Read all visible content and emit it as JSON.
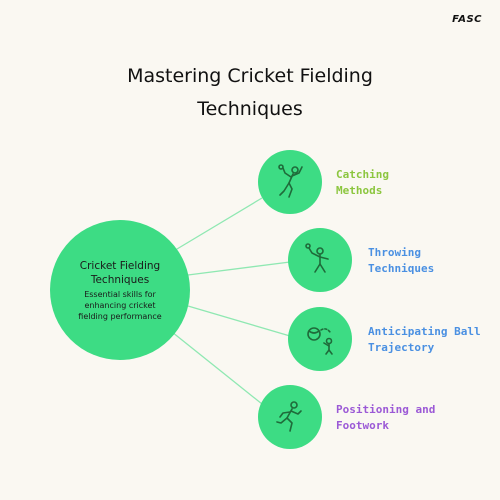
{
  "logo": "FASC",
  "title": [
    "Mastering Cricket Fielding",
    "Techniques"
  ],
  "hub": {
    "title": [
      "Cricket Fielding",
      "Techniques"
    ],
    "subtitle": [
      "Essential skills for",
      "enhancing cricket",
      "fielding performance"
    ]
  },
  "branches": [
    {
      "icon": "catching-player-icon",
      "label": [
        "Catching",
        "Methods"
      ],
      "color": "#8cc63f"
    },
    {
      "icon": "throwing-player-icon",
      "label": [
        "Throwing",
        "Techniques"
      ],
      "color": "#4a90e2"
    },
    {
      "icon": "ball-trajectory-icon",
      "label": [
        "Anticipating Ball",
        "Trajectory"
      ],
      "color": "#4a90e2"
    },
    {
      "icon": "running-player-icon",
      "label": [
        "Positioning and",
        "Footwork"
      ],
      "color": "#9b59d6"
    }
  ],
  "colors": {
    "node": "#3ddc84",
    "line": "#8fe8b2",
    "background": "#faf8f2"
  }
}
